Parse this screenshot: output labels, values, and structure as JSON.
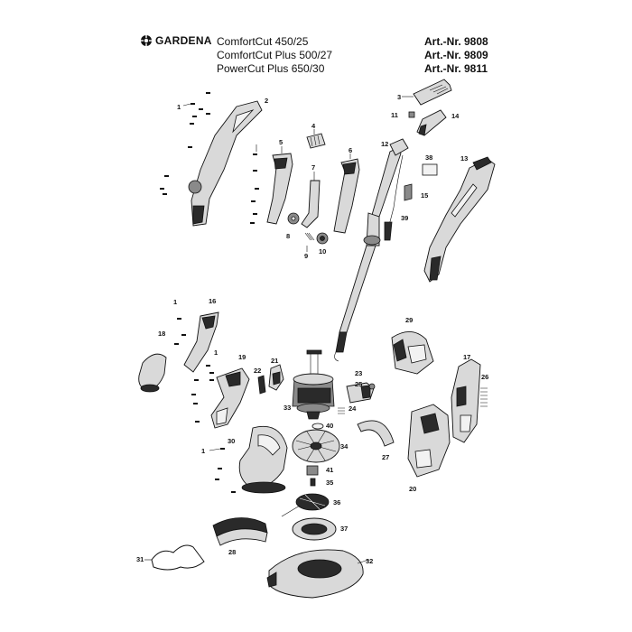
{
  "brand": {
    "name": "GARDENA",
    "logo": "gardena-logo-icon"
  },
  "models": [
    "ComfortCut 450/25",
    "ComfortCut Plus 500/27",
    "PowerCut Plus 650/30"
  ],
  "article_numbers": [
    "Art.-Nr. 9808",
    "Art.-Nr. 9809",
    "Art.-Nr. 9811"
  ],
  "parts": [
    {
      "label": "1"
    },
    {
      "label": "2"
    },
    {
      "label": "3"
    },
    {
      "label": "4"
    },
    {
      "label": "5"
    },
    {
      "label": "6"
    },
    {
      "label": "7"
    },
    {
      "label": "8"
    },
    {
      "label": "9"
    },
    {
      "label": "10"
    },
    {
      "label": "11"
    },
    {
      "label": "12"
    },
    {
      "label": "13"
    },
    {
      "label": "14"
    },
    {
      "label": "15"
    },
    {
      "label": "1"
    },
    {
      "label": "16"
    },
    {
      "label": "18"
    },
    {
      "label": "1"
    },
    {
      "label": "19"
    },
    {
      "label": "22"
    },
    {
      "label": "21"
    },
    {
      "label": "23"
    },
    {
      "label": "25"
    },
    {
      "label": "29"
    },
    {
      "label": "17"
    },
    {
      "label": "26"
    },
    {
      "label": "33"
    },
    {
      "label": "24"
    },
    {
      "label": "40"
    },
    {
      "label": "30"
    },
    {
      "label": "34"
    },
    {
      "label": "27"
    },
    {
      "label": "20"
    },
    {
      "label": "1"
    },
    {
      "label": "41"
    },
    {
      "label": "35"
    },
    {
      "label": "36"
    },
    {
      "label": "37"
    },
    {
      "label": "31"
    },
    {
      "label": "28"
    },
    {
      "label": "32"
    },
    {
      "label": "38"
    },
    {
      "label": "39"
    }
  ]
}
